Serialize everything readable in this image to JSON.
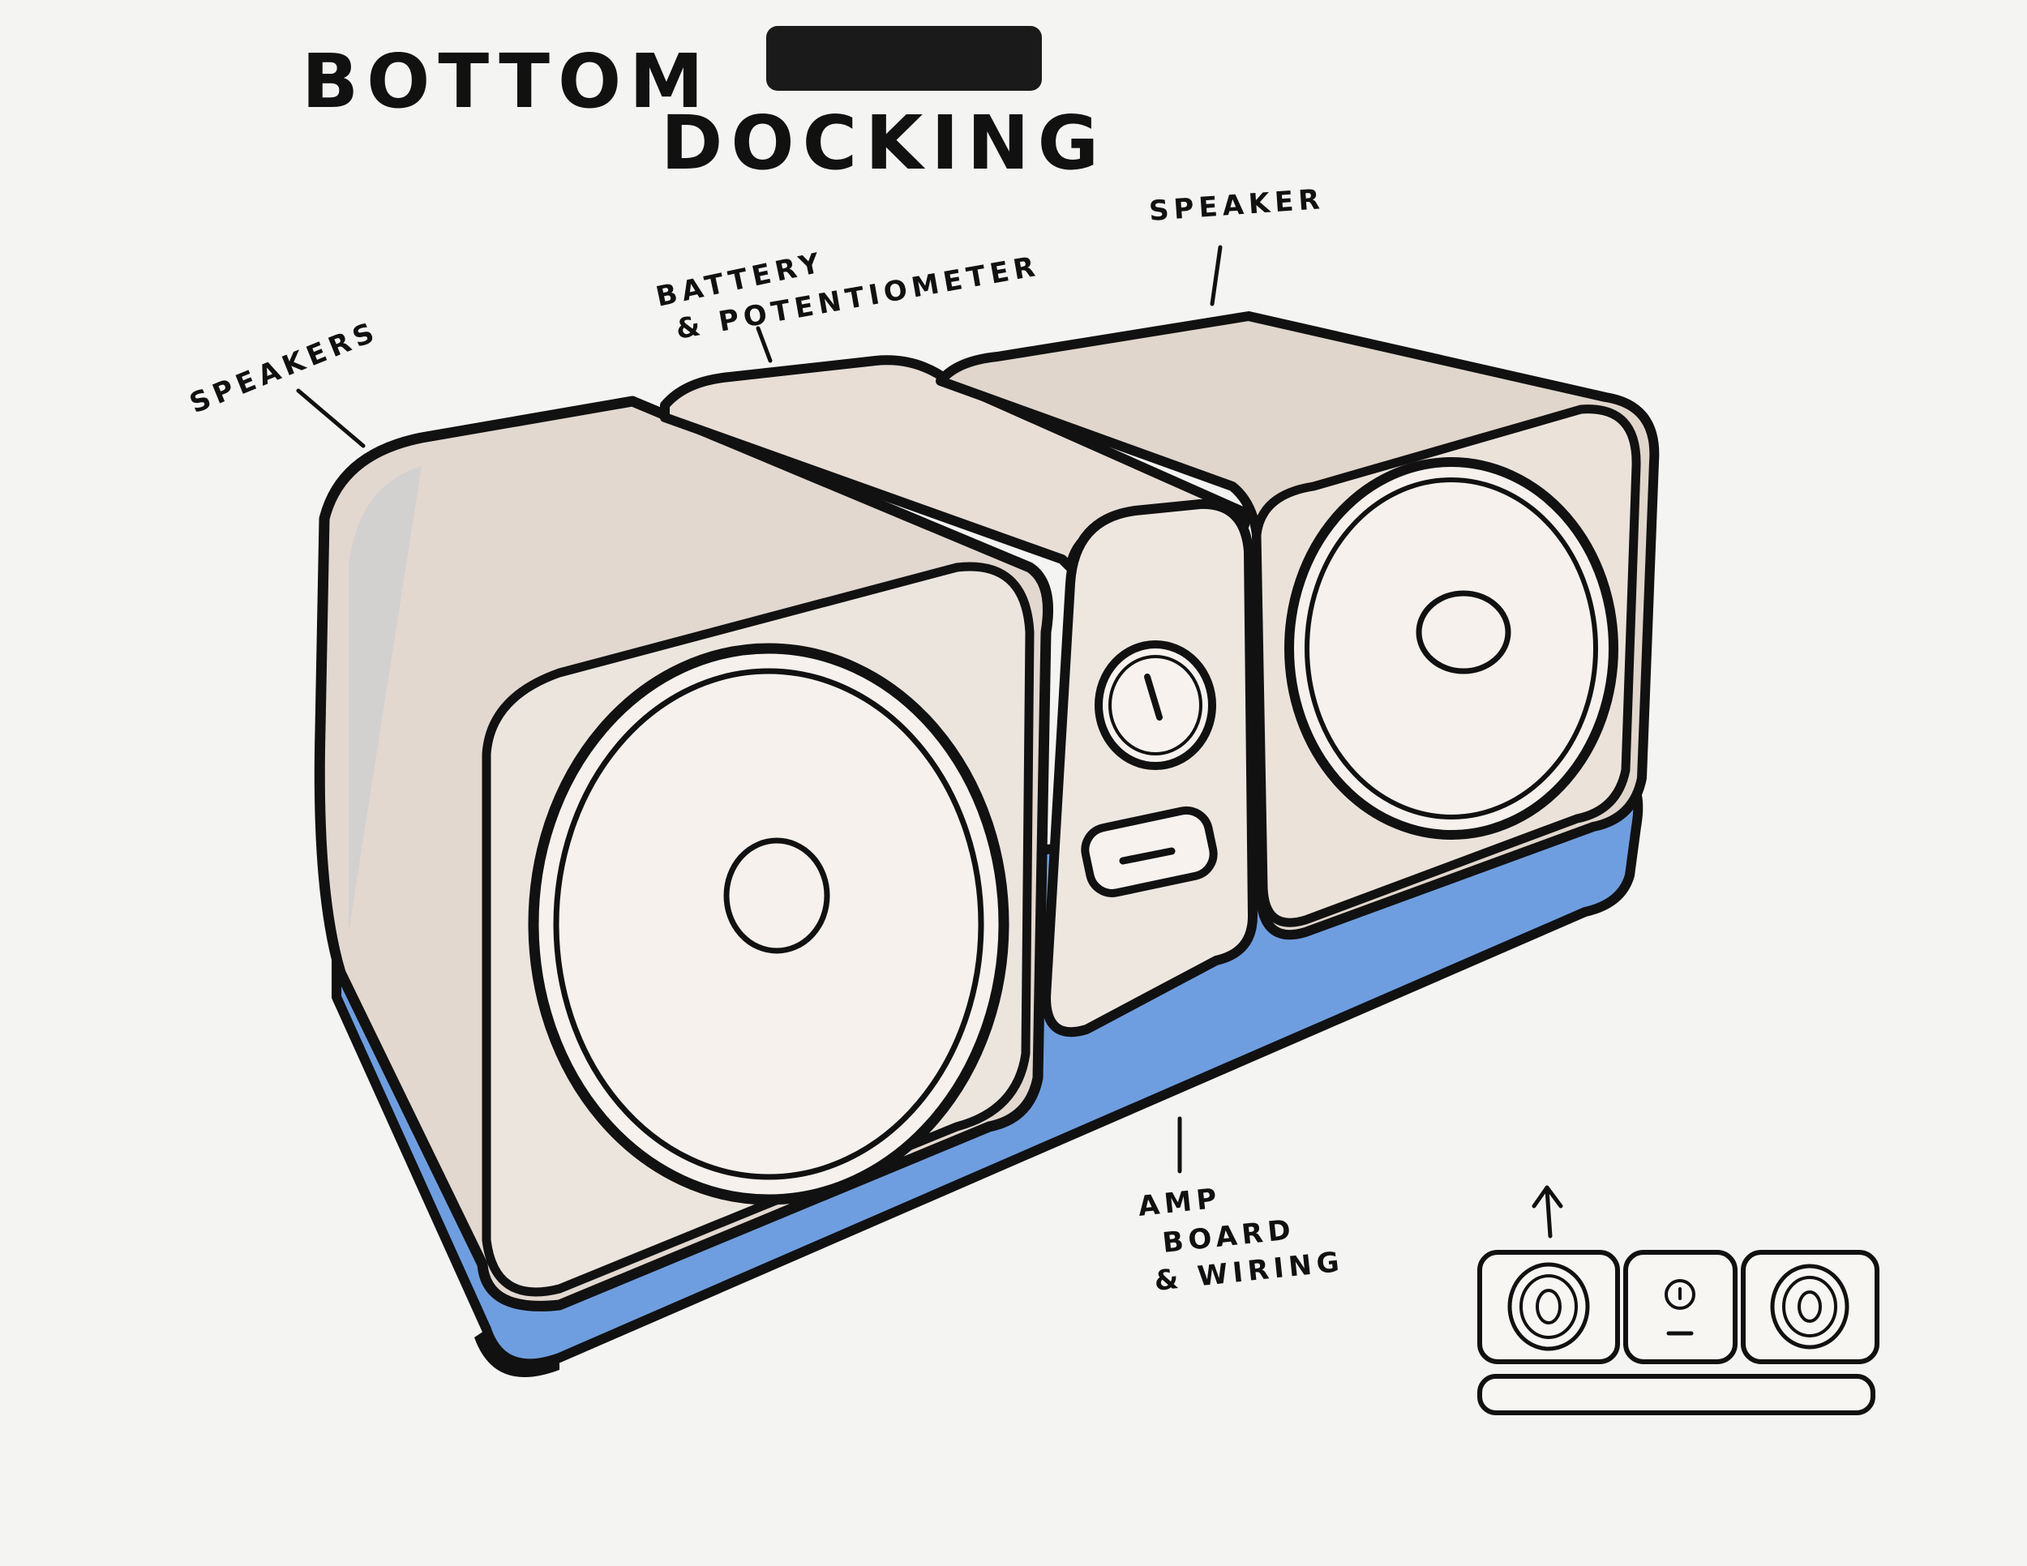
{
  "title": {
    "line1": "BOTTOM",
    "line2": "DOCKING"
  },
  "labels": {
    "speakers_left": "SPEAKERS",
    "battery_line1": "BATTERY",
    "battery_line2": "& POTENTIOMETER",
    "speaker_right": "SPEAKER",
    "amp_line1": "AMP",
    "amp_line2": "BOARD",
    "amp_line3": "& WIRING"
  },
  "colors": {
    "paper": "#f4f4f2",
    "ink": "#111111",
    "dock_blue": "#6f9ee0",
    "module_beige": "#e6dcd2",
    "module_grey": "#c9ccd1",
    "redaction": "#1a1a1a"
  }
}
